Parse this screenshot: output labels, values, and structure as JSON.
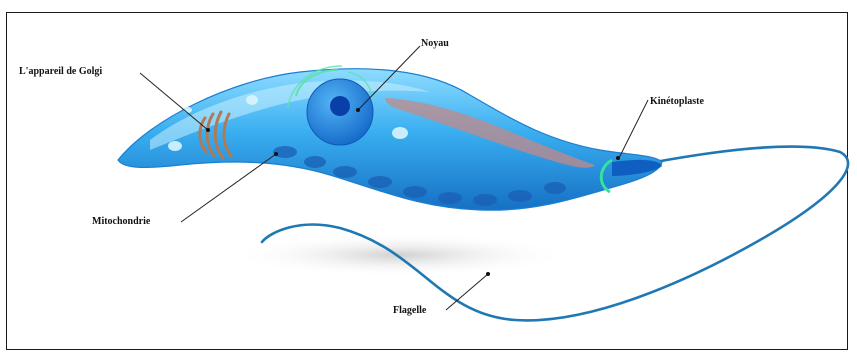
{
  "labels": {
    "golgi": "L'appareil de Golgi",
    "noyau": "Noyau",
    "kinetoplaste": "Kinétoplaste",
    "mitochondrie": "Mitochondrie",
    "flagelle": "Flagelle"
  },
  "colors": {
    "body_light": "#6ecdf8",
    "body_mid": "#2aa2ec",
    "body_dark": "#1577cc",
    "nucleus": "#1e86e0",
    "nucleolus": "#0b3fa8",
    "golgi": "#b07a57",
    "mitochondrion": "#c08a8a",
    "kinetoplast": "#35e2a0",
    "flagellum": "#1f78b4",
    "leader_line": "#222222"
  }
}
